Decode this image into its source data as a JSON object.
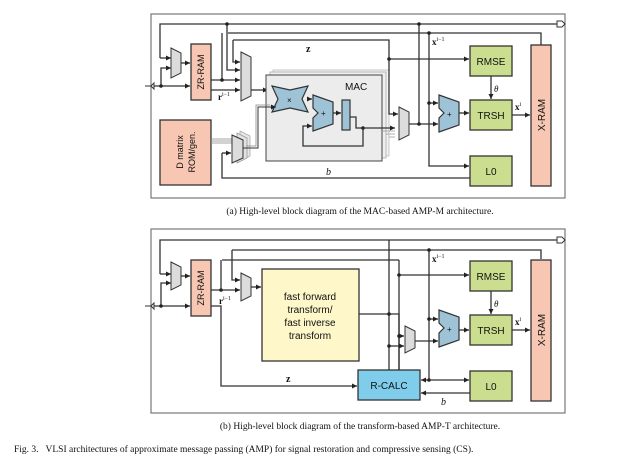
{
  "figure": {
    "caption": "Fig. 3.   VLSI architectures of approximate message passing (AMP) for signal restoration and compressive sensing (CS).",
    "colors": {
      "ram": "#f7c7b3",
      "logic_green": "#cbde8f",
      "arith_blue": "#9ec3d6",
      "rcalc_blue": "#7fcdea",
      "transform_yellow": "#fdf7c9",
      "mux_gray": "#dcdcdc",
      "mac_panel": "#ececec"
    }
  },
  "diagram_a": {
    "subcaption": "(a) High-level block diagram of the MAC-based AMP-M architecture.",
    "blocks": {
      "zr_ram": "ZR-RAM",
      "d_matrix_line1": "D matrix",
      "d_matrix_line2": "ROM/gen.",
      "mac": "MAC",
      "multiplier": "×",
      "adder_mac": "+",
      "rmse": "RMSE",
      "trsh": "TRSH",
      "l0": "L0",
      "x_ram": "X-RAM",
      "adder": "+"
    },
    "signals": {
      "z": "z",
      "r_prev": "r",
      "r_prev_sup": "i−1",
      "x_prev": "x",
      "x_prev_sup": "i−1",
      "x_cur": "x",
      "x_cur_sup": "i",
      "theta": "θ",
      "b": "b"
    }
  },
  "diagram_b": {
    "subcaption": "(b) High-level block diagram of the transform-based AMP-T architecture.",
    "blocks": {
      "zr_ram": "ZR-RAM",
      "transform_line1": "fast forward",
      "transform_line2": "transform/",
      "transform_line3": "fast inverse",
      "transform_line4": "transform",
      "r_calc": "R-CALC",
      "rmse": "RMSE",
      "trsh": "TRSH",
      "l0": "L0",
      "x_ram": "X-RAM",
      "adder": "+"
    },
    "signals": {
      "z": "z",
      "r_prev": "r",
      "r_prev_sup": "i−1",
      "x_prev": "x",
      "x_prev_sup": "i−1",
      "x_cur": "x",
      "x_cur_sup": "i",
      "theta": "θ",
      "b": "b"
    }
  }
}
